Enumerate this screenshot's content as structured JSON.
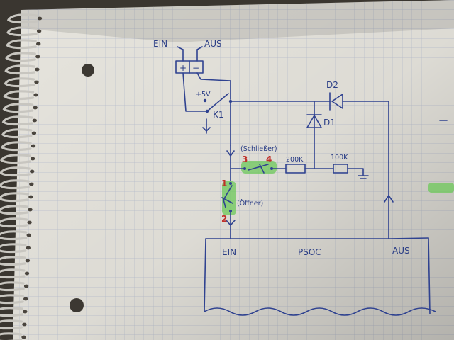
{
  "photo": {
    "subject": "notebook-schematic",
    "colors": {
      "paper": "#e6e4dd",
      "grid": "#b9c0cf",
      "ink": "#2f4290",
      "red_ink": "#c0302a",
      "highlighter": "#6cc85a",
      "shadow": "#3a3630"
    }
  },
  "labels": {
    "ein_top": "EIN",
    "aus_top": "AUS",
    "plus": "+",
    "minus": "−",
    "plus5v": "+5V",
    "relay": "K1",
    "d2": "D2",
    "d1": "D1",
    "schliesser": "(Schließer)",
    "pin3": "3",
    "pin4": "4",
    "r200k": "200K",
    "r100k": "100K",
    "pin1": "1",
    "pin2": "2",
    "oeffner": "(Öffner)",
    "ein_bottom": "EIN",
    "psoc": "PSOC",
    "aus_bottom": "AUS"
  }
}
